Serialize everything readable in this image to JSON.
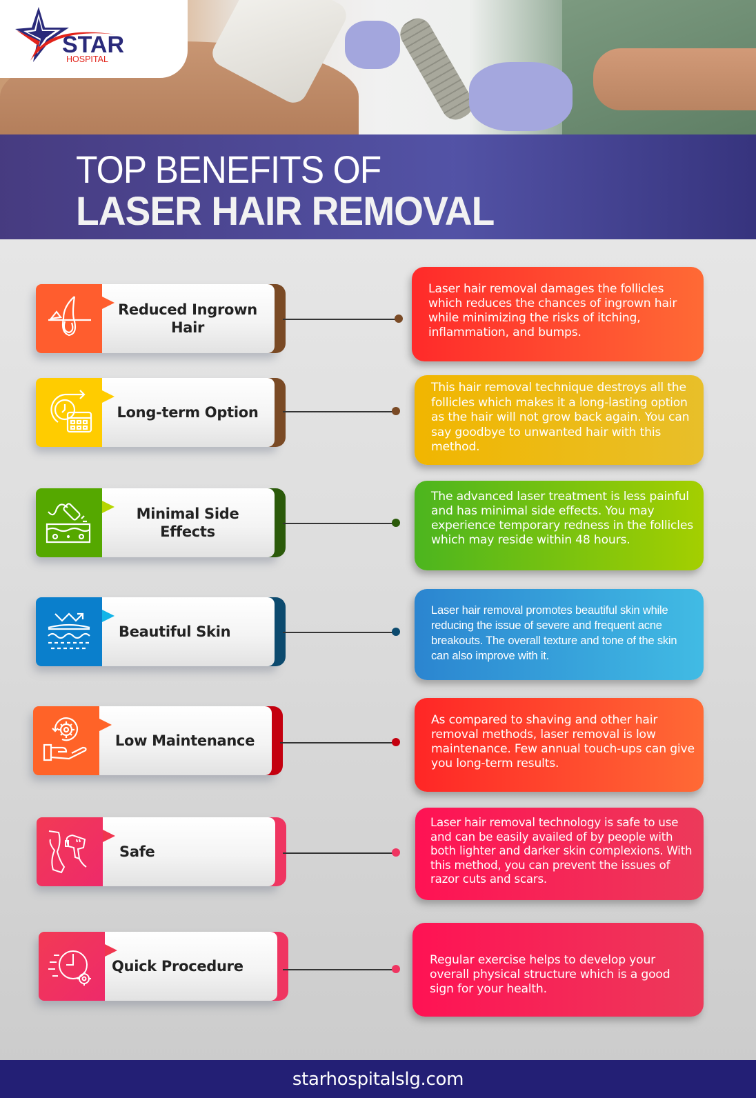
{
  "brand": {
    "name": "STAR",
    "subtitle": "HOSPITAL",
    "colors": {
      "navy": "#2a2a7a",
      "red": "#e2231a"
    }
  },
  "hero": {
    "image_description": "Gloved hands operating a laser hair removal device on skin"
  },
  "header": {
    "title_line1": "TOP BENEFITS OF",
    "title_line2": "LASER HAIR REMOVAL",
    "banner_color": "#3e3a8c"
  },
  "benefits": [
    {
      "title": "Reduced Ingrown Hair",
      "icon": "hair-follicle-icon",
      "icon_color": "#ff5d2e",
      "accent_back": "#7a4a25",
      "dot_color": "#7a4a25",
      "description": "Laser hair removal damages the follicles which reduces the chances of ingrown hair while minimizing the risks of itching, inflammation, and bumps.",
      "gradient": [
        "#ff2a2a",
        "#ff6a35"
      ]
    },
    {
      "title": "Long-term Option",
      "icon": "clock-calendar-icon",
      "icon_color": "#ffcc00",
      "accent_back": "#7a4a25",
      "dot_color": "#7a4a25",
      "description": "This hair removal technique destroys all the follicles which makes it a long-lasting option as the hair will not grow back again. You can say goodbye to unwanted hair with this method.",
      "gradient": [
        "#f1b600",
        "#e8bf2a"
      ]
    },
    {
      "title": "Minimal Side Effects",
      "icon": "laser-skin-icon",
      "icon_color": "#55a800",
      "accent_back": "#2b5a0a",
      "dot_color": "#2b5a0a",
      "description": "The advanced laser treatment is less painful and has minimal side effects. You may experience temporary redness in the follicles which may reside within 48 hours.",
      "gradient": [
        "#4cb51f",
        "#a4cf00"
      ]
    },
    {
      "title": "Beautiful Skin",
      "icon": "skin-layers-icon",
      "icon_color": "#0a7fcc",
      "accent_back": "#0c4a6e",
      "dot_color": "#0c4a6e",
      "description": "Laser hair removal promotes beautiful skin while reducing the issue of severe and frequent acne breakouts. The overall texture and tone of the skin can also improve with it.",
      "gradient": [
        "#2b85d0",
        "#41bbe4"
      ]
    },
    {
      "title": "Low Maintenance",
      "icon": "gear-hand-icon",
      "icon_color": "#ff6328",
      "accent_back": "#c4000f",
      "dot_color": "#c4000f",
      "description": "As compared to shaving and other hair removal methods, laser removal is low maintenance. Few annual touch-ups can give you long-term results.",
      "gradient": [
        "#ff2626",
        "#ff6a35"
      ]
    },
    {
      "title": "Safe",
      "icon": "leg-laser-device-icon",
      "icon_color": "#ef2b5e",
      "accent_back": "#ef3561",
      "dot_color": "#ef3561",
      "description": "Laser hair removal technology is safe to use and can be easily availed of by people with both lighter and darker skin complexions. With this method, you can prevent the issues of razor cuts and scars.",
      "gradient": [
        "#ff1254",
        "#ec3a5a"
      ]
    },
    {
      "title": "Quick Procedure",
      "icon": "clock-gear-icon",
      "icon_color": "#ef2b5e",
      "accent_back": "#ef3561",
      "dot_color": "#ef3561",
      "description": "Regular exercise helps to develop your overall physical structure which is a good sign for your health.",
      "gradient": [
        "#ff1254",
        "#ec3a5a"
      ]
    }
  ],
  "footer": {
    "website": "starhospitalslg.com",
    "color": "#231f75"
  }
}
